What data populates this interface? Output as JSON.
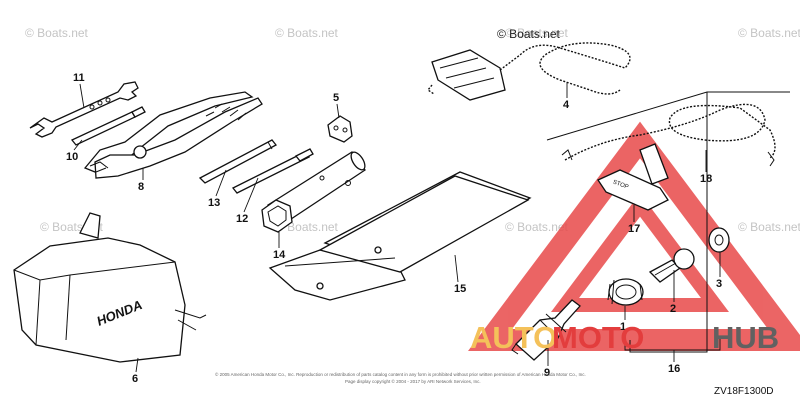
{
  "watermarks": [
    "© Boats.net",
    "© Boats.net",
    "© Boats.net",
    "© Boats.net",
    "© Boats.net",
    "© Boats.net",
    "© Boats.net",
    "© Boats.net",
    "© Boats.net"
  ],
  "callouts": {
    "p1": "1",
    "p2": "2",
    "p3": "3",
    "p4": "4",
    "p5": "5",
    "p6": "6",
    "p8": "8",
    "p9": "9",
    "p10": "10",
    "p11": "11",
    "p12": "12",
    "p13": "13",
    "p14": "14",
    "p15": "15",
    "p16": "16",
    "p17": "17",
    "p18": "18"
  },
  "cover_brand": "HONDA",
  "footer": {
    "line1": "© 2005 American Honda Motor Co., Inc. Reproduction or redistribution of parts catalog content in any form is prohibited without prior written permission of American Honda Motor Co., Inc.",
    "line2": "Page display copyright © 2004 - 2017 by ARI Network Services, Inc."
  },
  "diagram_code": "ZV18F1300D",
  "logo": {
    "part1": "AUTO",
    "part2": "MOTO",
    "part3": "HUB"
  },
  "colors": {
    "logo_red": "#e33d3d",
    "logo_yellow": "#f4c15a",
    "logo_gray": "#616161",
    "watermark": "#c4c4c4"
  }
}
